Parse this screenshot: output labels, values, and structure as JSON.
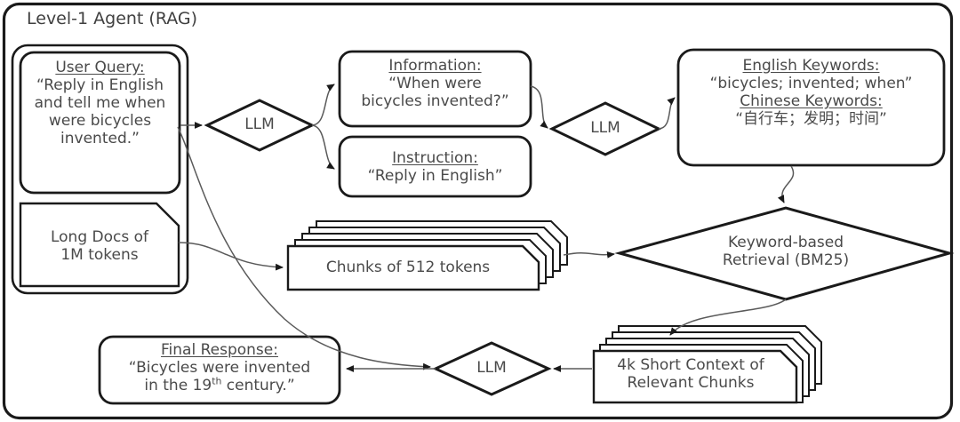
{
  "diagram": {
    "title": "Level-1 Agent (RAG)",
    "type": "flowchart",
    "text_color": "#4a4a4a",
    "stroke_color": "#1a1a1a",
    "background": "#ffffff"
  },
  "nodes": {
    "user_query": {
      "name": "user-query-box",
      "shape": "rounded-rect",
      "heading": "User Query:",
      "body": "“Reply in English and tell me when were bicycles invented.”"
    },
    "long_docs": {
      "name": "long-docs-box",
      "shape": "document-clipped-corner",
      "line1": "Long Docs of",
      "line2": "1M tokens"
    },
    "llm_1": {
      "name": "llm-decision-1",
      "shape": "diamond",
      "label": "LLM"
    },
    "llm_2": {
      "name": "llm-decision-2",
      "shape": "diamond",
      "label": "LLM"
    },
    "llm_3": {
      "name": "llm-decision-3",
      "shape": "diamond",
      "label": "LLM"
    },
    "information": {
      "name": "information-box",
      "shape": "rounded-rect",
      "heading": "Information:",
      "line1": "“When were",
      "line2": "bicycles invented?”"
    },
    "instruction": {
      "name": "instruction-box",
      "shape": "rounded-rect",
      "heading": "Instruction:",
      "body": "“Reply in English”"
    },
    "keywords": {
      "name": "keywords-box",
      "shape": "rounded-rect",
      "heading_en": "English Keywords:",
      "body_en": "“bicycles; invented; when”",
      "heading_zh": "Chinese Keywords:",
      "body_zh": "“自行车；发明；时间”"
    },
    "chunks": {
      "name": "chunks-stack",
      "shape": "document-stack",
      "label": "Chunks of 512 tokens",
      "stack_count": 5
    },
    "retrieval": {
      "name": "retrieval-decision",
      "shape": "diamond",
      "line1": "Keyword-based",
      "line2": "Retrieval (BM25)"
    },
    "short_context": {
      "name": "short-context-stack",
      "shape": "document-stack",
      "line1": "4k Short Context of",
      "line2": "Relevant Chunks",
      "stack_count": 5
    },
    "final_response": {
      "name": "final-response-box",
      "shape": "rounded-rect",
      "heading": "Final Response:",
      "line1": "“Bicycles were invented",
      "line2_pre": "in the 19",
      "line2_sup": "th",
      "line2_post": " century.”"
    }
  },
  "edges": [
    {
      "from": "user_query",
      "to": "llm_1",
      "style": "arrow"
    },
    {
      "from": "llm_1",
      "to": "information",
      "style": "arrow"
    },
    {
      "from": "llm_1",
      "to": "instruction",
      "style": "arrow"
    },
    {
      "from": "information",
      "to": "llm_2",
      "style": "arrow"
    },
    {
      "from": "llm_2",
      "to": "keywords",
      "style": "arrow"
    },
    {
      "from": "keywords",
      "to": "retrieval",
      "style": "arrow"
    },
    {
      "from": "long_docs",
      "to": "chunks",
      "style": "arrow"
    },
    {
      "from": "chunks",
      "to": "retrieval",
      "style": "arrow"
    },
    {
      "from": "retrieval",
      "to": "short_context",
      "style": "arrow"
    },
    {
      "from": "short_context",
      "to": "llm_3",
      "style": "arrow"
    },
    {
      "from": "user_query",
      "to": "llm_3",
      "style": "arrow"
    },
    {
      "from": "llm_3",
      "to": "final_response",
      "style": "arrow"
    }
  ]
}
